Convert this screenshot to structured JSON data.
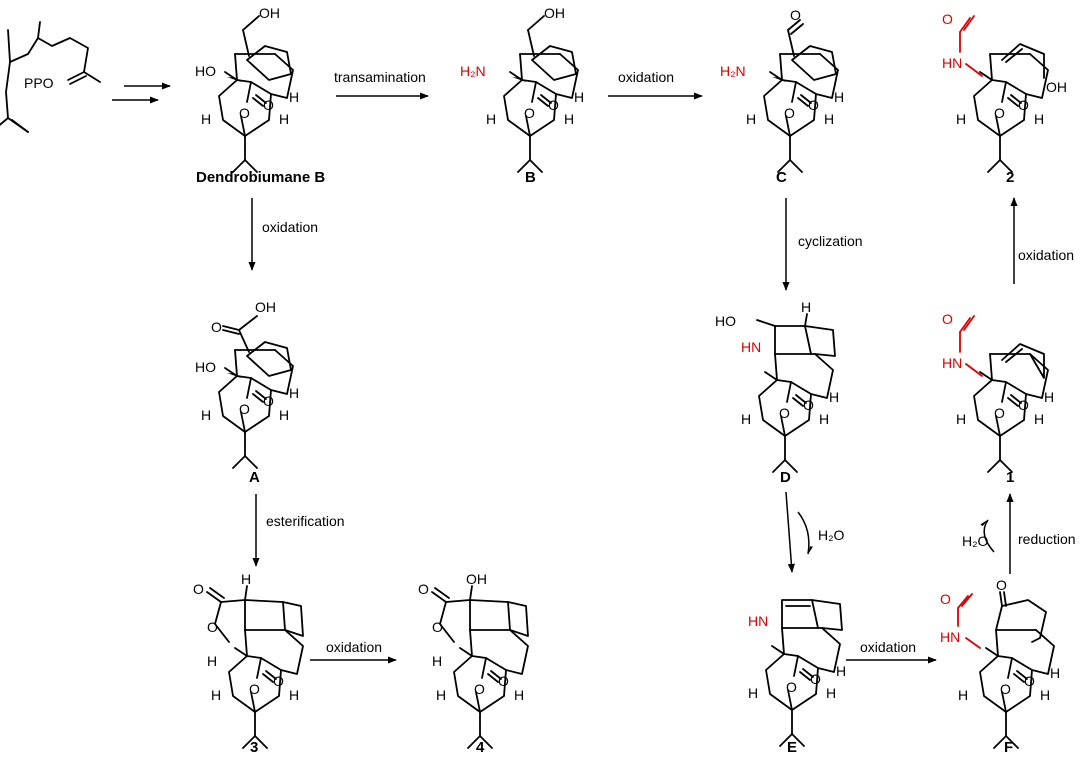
{
  "compounds": {
    "ppo": {
      "atoms": [
        "PPO"
      ]
    },
    "dendrobiumane_b": {
      "label": "Dendrobiumane B",
      "atoms": [
        "OH",
        "HO",
        "H",
        "H",
        "O",
        "O",
        "H"
      ]
    },
    "b": {
      "label": "B",
      "atoms": [
        "OH",
        "H₂N",
        "H",
        "H",
        "O",
        "O",
        "H"
      ]
    },
    "c": {
      "label": "C",
      "atoms": [
        "O",
        "H₂N",
        "H",
        "H",
        "O",
        "O",
        "H"
      ]
    },
    "two": {
      "label": "2",
      "atoms": [
        "O",
        "HN",
        "OH",
        "H",
        "O",
        "O",
        "H"
      ]
    },
    "a": {
      "label": "A",
      "atoms": [
        "OH",
        "O",
        "HO",
        "H",
        "H",
        "O",
        "O",
        "H"
      ]
    },
    "d": {
      "label": "D",
      "atoms": [
        "HO",
        "HN",
        "H",
        "H",
        "H",
        "O",
        "O",
        "H"
      ]
    },
    "one": {
      "label": "1",
      "atoms": [
        "O",
        "HN",
        "H",
        "H",
        "O",
        "O",
        "H"
      ]
    },
    "three": {
      "label": "3",
      "atoms": [
        "O",
        "O",
        "H",
        "H",
        "H",
        "H",
        "O",
        "O"
      ]
    },
    "four": {
      "label": "4",
      "atoms": [
        "O",
        "OH",
        "O",
        "H",
        "H",
        "H",
        "O",
        "O"
      ]
    },
    "e": {
      "label": "E",
      "atoms": [
        "HN",
        "H",
        "H",
        "H",
        "O",
        "O"
      ]
    },
    "f": {
      "label": "F",
      "atoms": [
        "O",
        "HN",
        "O",
        "H",
        "H",
        "H",
        "O",
        "O"
      ]
    }
  },
  "reactions": {
    "transamination": "transamination",
    "oxidation_b_c": "oxidation",
    "oxidation_db_a": "oxidation",
    "cyclization": "cyclization",
    "oxidation_1_2": "oxidation",
    "esterification": "esterification",
    "h2o_loss": "H₂O",
    "oxidation_3_4": "oxidation",
    "oxidation_e_f": "oxidation",
    "h2o_red": "H₂O",
    "reduction": "reduction"
  },
  "colors": {
    "ink": "#000000",
    "highlight": "#e00000"
  }
}
